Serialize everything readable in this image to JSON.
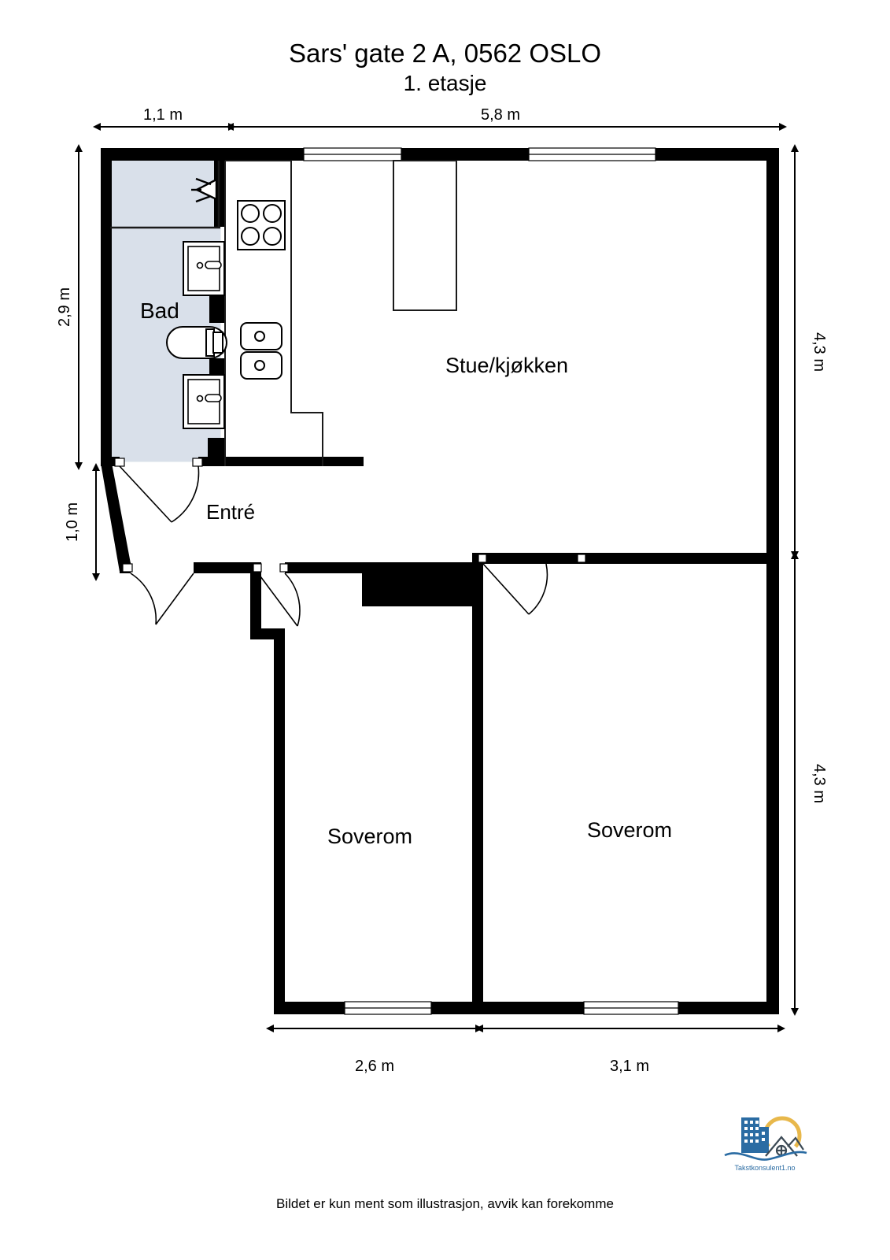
{
  "document": {
    "title": "Sars' gate 2 A, 0562 OSLO",
    "subtitle": "1. etasje",
    "footer_note": "Bildet er kun ment som illustrasjon, avvik kan forekomme"
  },
  "rooms": [
    {
      "id": "bad",
      "label": "Bad",
      "fill": "#d9e0ea"
    },
    {
      "id": "entre",
      "label": "Entré",
      "fill": "#ffffff"
    },
    {
      "id": "stue-kjokken",
      "label": "Stue/kjøkken",
      "fill": "#ffffff"
    },
    {
      "id": "soverom-1",
      "label": "Soverom",
      "fill": "#ffffff"
    },
    {
      "id": "soverom-2",
      "label": "Soverom",
      "fill": "#ffffff"
    }
  ],
  "dimensions": {
    "top_left": "1,1 m",
    "top_right": "5,8 m",
    "left_upper": "2,9 m",
    "left_lower": "1,0 m",
    "right_upper": "4,3 m",
    "right_lower": "4,3 m",
    "bottom_left": "2,6 m",
    "bottom_right": "3,1 m"
  },
  "fixtures": [
    {
      "name": "shower",
      "room": "bad"
    },
    {
      "name": "sink-upper",
      "room": "bad"
    },
    {
      "name": "toilet",
      "room": "bad"
    },
    {
      "name": "sink-lower",
      "room": "bad"
    },
    {
      "name": "stove",
      "room": "stue-kjokken"
    },
    {
      "name": "kitchen-double-sink",
      "room": "stue-kjokken"
    },
    {
      "name": "wardrobe",
      "room": "stue-kjokken"
    }
  ],
  "logo": {
    "text": "Takstkonsulent1.no",
    "building_color": "#2b6ca3",
    "sun_color": "#e8b84b",
    "wave_color": "#2b6ca3",
    "text_color": "#2b6ca3"
  },
  "colors": {
    "wall": "#000000",
    "background": "#ffffff",
    "bath_fill": "#d9e0ea",
    "thin_line": "#1a1a1a"
  }
}
